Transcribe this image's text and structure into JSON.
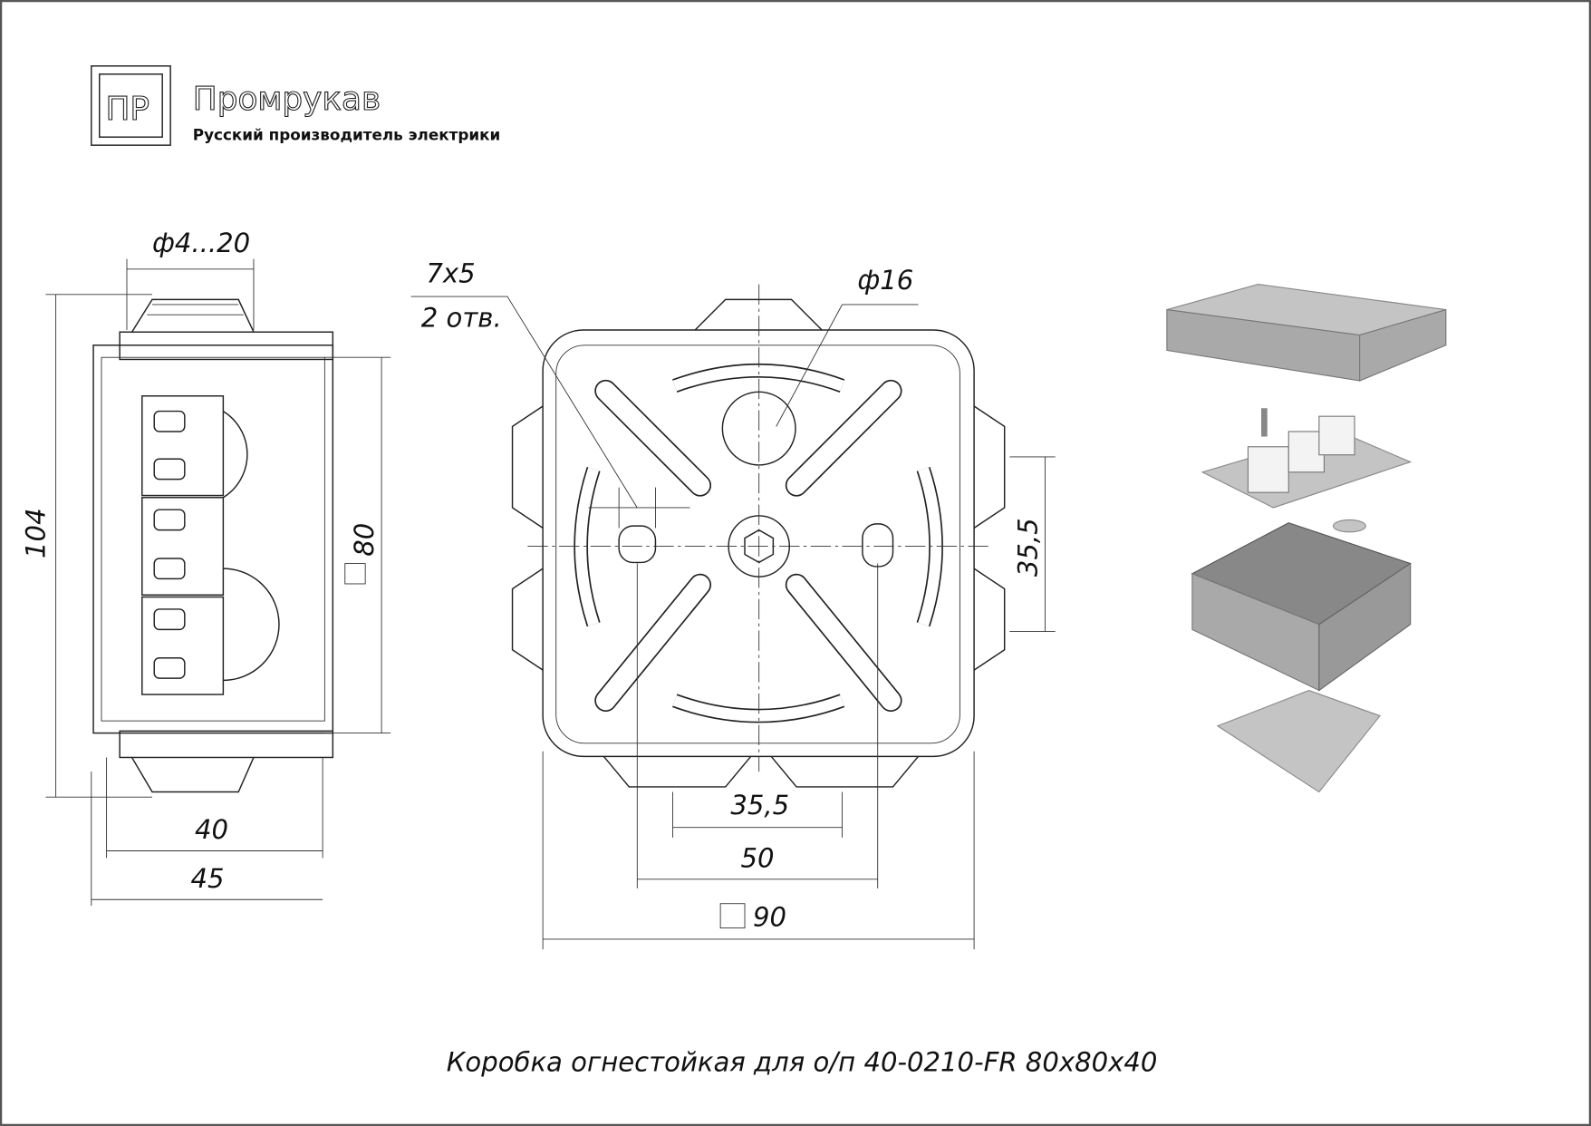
{
  "logo": {
    "mark": "ПР",
    "name": "Промрукав",
    "tagline": "Русский производитель электрики"
  },
  "side_view": {
    "gland_range": "ф4...20",
    "height": "104",
    "inner_height": "80",
    "depth_inner": "40",
    "depth_outer": "45"
  },
  "front_view": {
    "slot_size": "7x5",
    "slot_count": "2 отв.",
    "hole_diameter": "ф16",
    "vertical_spacing": "35,5",
    "gland_spacing": "35,5",
    "mount_spacing": "50",
    "overall_size": "90"
  },
  "title": "Коробка огнестойкая для о/п 40-0210-FR 80х80х40"
}
